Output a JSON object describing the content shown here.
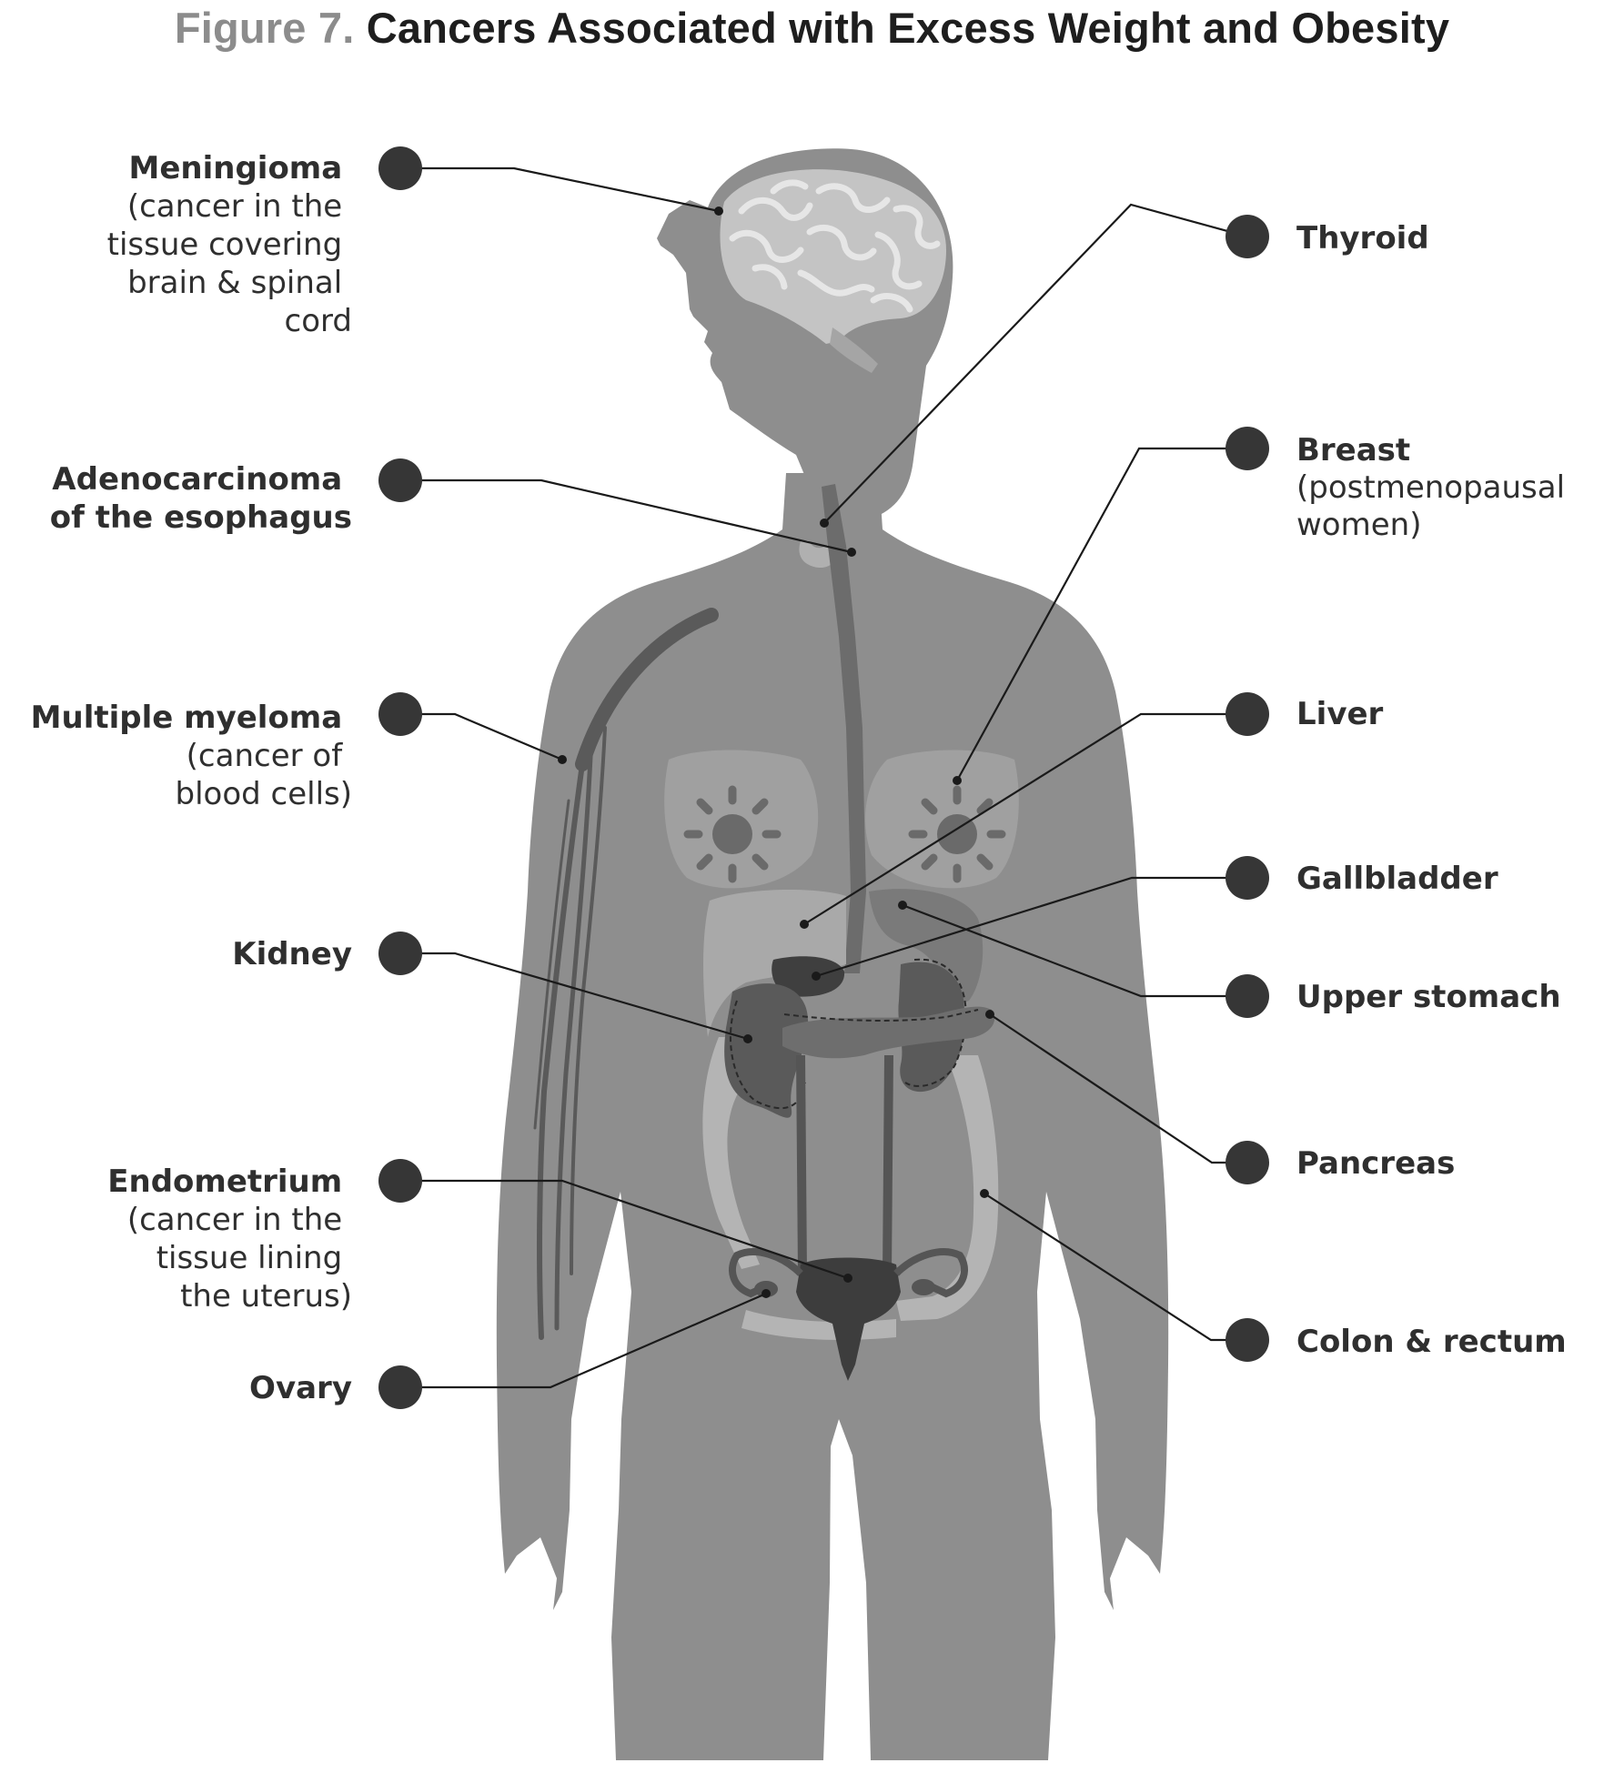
{
  "title": {
    "prefix": "Figure 7.",
    "text": "Cancers Associated with Excess Weight and Obesity"
  },
  "labels": {
    "meningioma": {
      "line1": "Meningioma",
      "line2": "(cancer in the",
      "line3": "tissue covering",
      "line4": "brain & spinal",
      "line5": "cord"
    },
    "esophagus": {
      "line1": "Adenocarcinoma",
      "line2": "of the esophagus"
    },
    "myeloma": {
      "line1": "Multiple myeloma",
      "line2": "(cancer of",
      "line3": "blood cells)"
    },
    "kidney": {
      "line1": "Kidney"
    },
    "endometrium": {
      "line1": "Endometrium",
      "line2": "(cancer in the",
      "line3": "tissue lining",
      "line4": "the uterus)"
    },
    "ovary": {
      "line1": "Ovary"
    },
    "thyroid": {
      "line1": "Thyroid"
    },
    "breast": {
      "line1": "Breast",
      "line2": "(postmenopausal",
      "line3": "women)"
    },
    "liver": {
      "line1": "Liver"
    },
    "gallbladder": {
      "line1": "Gallbladder"
    },
    "upper_stomach": {
      "line1": "Upper stomach"
    },
    "pancreas": {
      "line1": "Pancreas"
    },
    "colon": {
      "line1": "Colon & rectum"
    }
  },
  "colors": {
    "body": "#8e8e8e",
    "organ_light": "#b4b4b4",
    "organ_dark": "#4a4a4a",
    "marker": "#363636",
    "title_prefix": "#8c8c8c",
    "title_text": "#1e1e1e"
  }
}
